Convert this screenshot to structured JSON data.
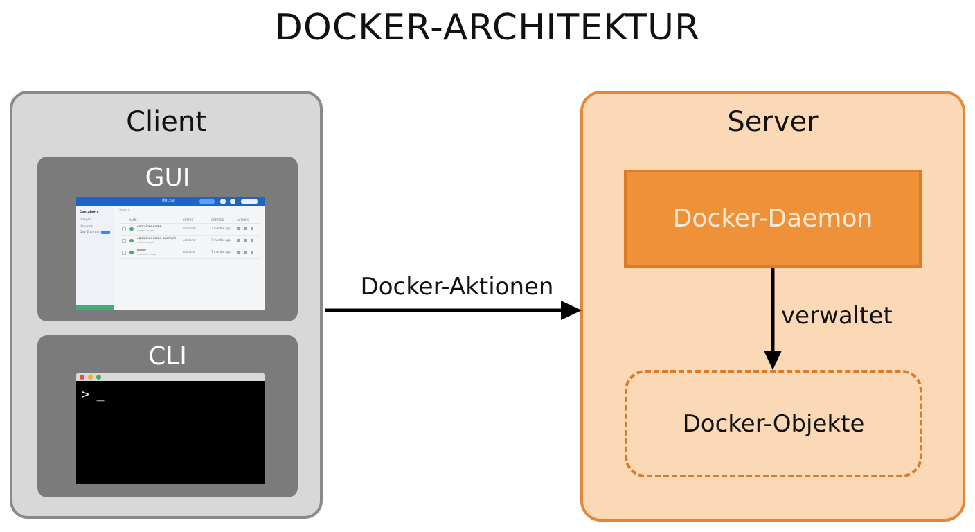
{
  "title": "DOCKER-ARCHITEKTUR",
  "client": {
    "label": "Client",
    "gui": {
      "label": "GUI",
      "screen": {
        "brand": "docker",
        "sidebar_items": [
          "Containers",
          "Images",
          "Volumes",
          "Dev Environments"
        ],
        "search_placeholder": "Search",
        "columns": [
          "NAME",
          "STATUS",
          "CREATED",
          "ACTIONS"
        ],
        "rows": [
          {
            "name": "container-name",
            "sub": "docker-image",
            "type": "container",
            "age": "7 months ago"
          },
          {
            "name": "container-name-example",
            "sub": "docker-image",
            "type": "container",
            "age": "7 months ago"
          },
          {
            "name": "name",
            "sub": "container-image",
            "type": "container",
            "age": "7 months ago"
          }
        ]
      }
    },
    "cli": {
      "label": "CLI",
      "prompt": "> _"
    }
  },
  "connection": {
    "label": "Docker-Aktionen"
  },
  "server": {
    "label": "Server",
    "daemon": "Docker-Daemon",
    "relation": "verwaltet",
    "objects": "Docker-Objekte"
  },
  "colors": {
    "client_bg": "#d8d8d8",
    "client_border": "#8a8a8a",
    "inner_panel": "#7b7b7b",
    "server_bg": "#fbd9b7",
    "server_border": "#e48738",
    "daemon_fill": "#ef9139",
    "gui_topbar": "#1d63c8"
  }
}
